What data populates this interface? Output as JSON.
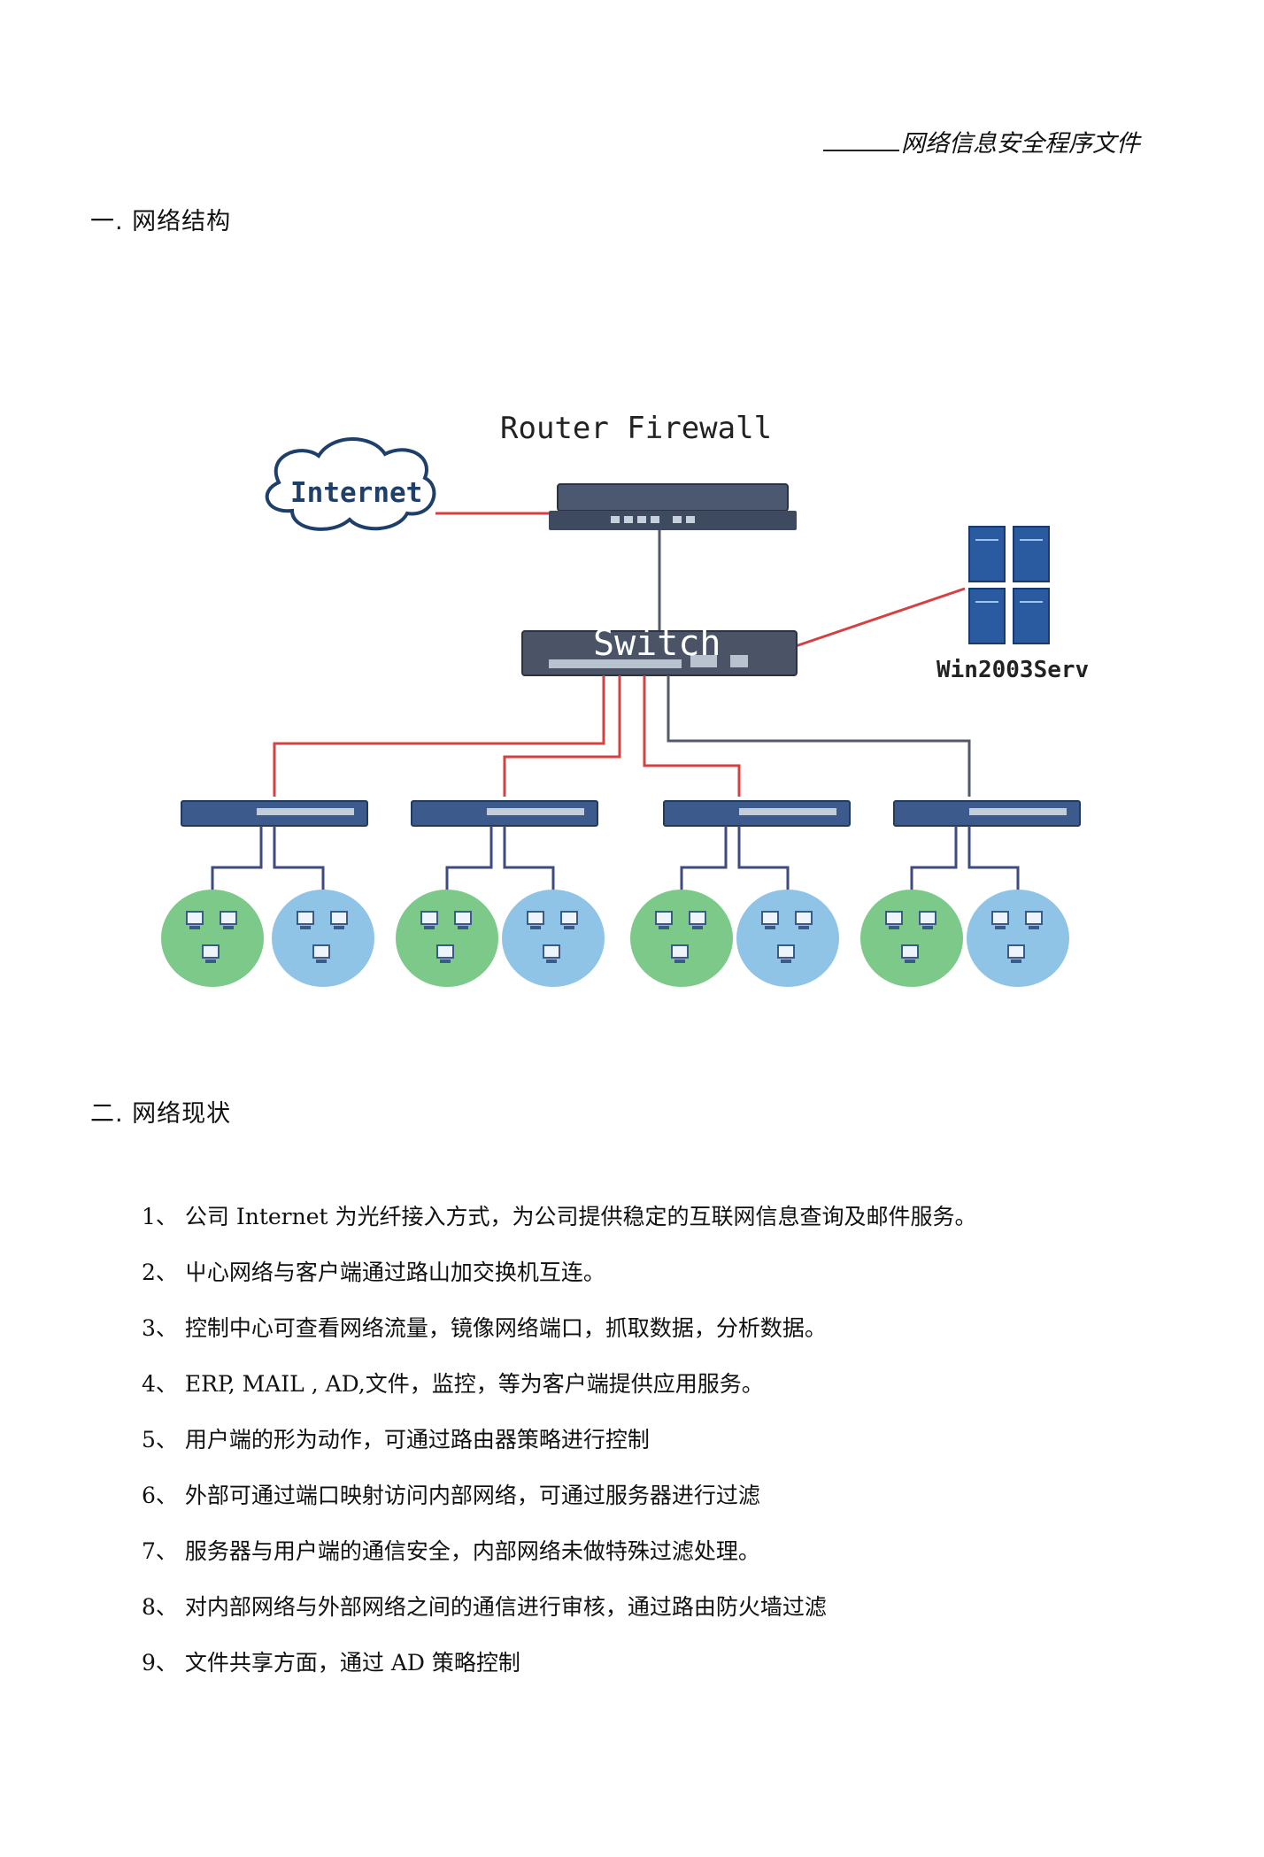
{
  "header": {
    "title": "网络信息安全程序文件"
  },
  "section1": {
    "heading": "一. 网络结构"
  },
  "diagram": {
    "router_label": "Router Firewall",
    "internet_label": "Internet",
    "switch_label": "Switch",
    "server_label": "Win2003Serv"
  },
  "section2": {
    "heading": "二. 网络现状"
  },
  "items": [
    {
      "num": "1、",
      "text": "公司 Internet 为光纤接入方式，为公司提供稳定的互联网信息查询及邮件服务。"
    },
    {
      "num": "2、",
      "text": "屮心网络与客户端通过路山加交换机互连。"
    },
    {
      "num": "3、",
      "text": "控制中心可查看网络流量，镜像网络端口，抓取数据，分析数据。"
    },
    {
      "num": "4、",
      "text": "ERP, MAIL , AD,文件，监控，等为客户端提供应用服务。"
    },
    {
      "num": "5、",
      "text": "用户端的形为动作，可通过路由器策略进行控制"
    },
    {
      "num": "6、",
      "text": "外部可通过端口映射访问内部网络，可通过服务器进行过滤"
    },
    {
      "num": "7、",
      "text": "服务器与用户端的通信安全，内部网络未做特殊过滤处理。"
    },
    {
      "num": "8、",
      "text": "对内部网络与外部网络之间的通信进行审核，通过路由防火墙过滤"
    },
    {
      "num": "9、",
      "text": "文件共享方面，通过 AD 策略控制"
    }
  ],
  "colors": {
    "link_red": "#d64040",
    "link_gray": "#555a6b",
    "lan_green": "#7cc98a",
    "lan_blue": "#8fc4e6",
    "device_blue": "#3d5a8c"
  }
}
